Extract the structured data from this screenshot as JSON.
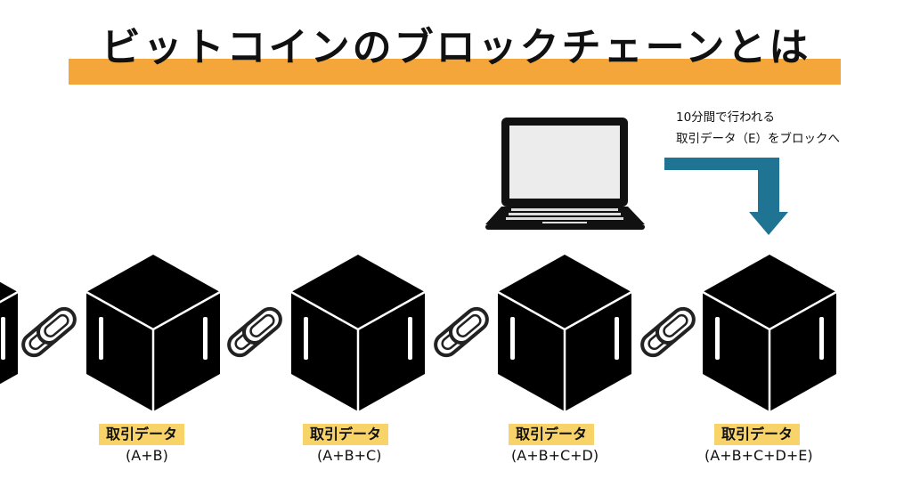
{
  "title": "ビットコインのブロックチェーンとは",
  "colors": {
    "title_bar": "#f5a63a",
    "label_highlight": "#f7d36a",
    "arrow": "#1f7494",
    "block": "#000000"
  },
  "note": {
    "line1": "10分間で行われる",
    "line2": "取引データ（E）をブロックへ"
  },
  "icons": [
    "laptop-icon",
    "arrow-down-icon",
    "chain-link-icon",
    "block-cube-icon"
  ],
  "blocks": [
    {
      "label": "取引データ",
      "formula": "(A+B)"
    },
    {
      "label": "取引データ",
      "formula": "(A+B+C)"
    },
    {
      "label": "取引データ",
      "formula": "(A+B+C+D)"
    },
    {
      "label": "取引データ",
      "formula": "(A+B+C+D+E)"
    }
  ]
}
